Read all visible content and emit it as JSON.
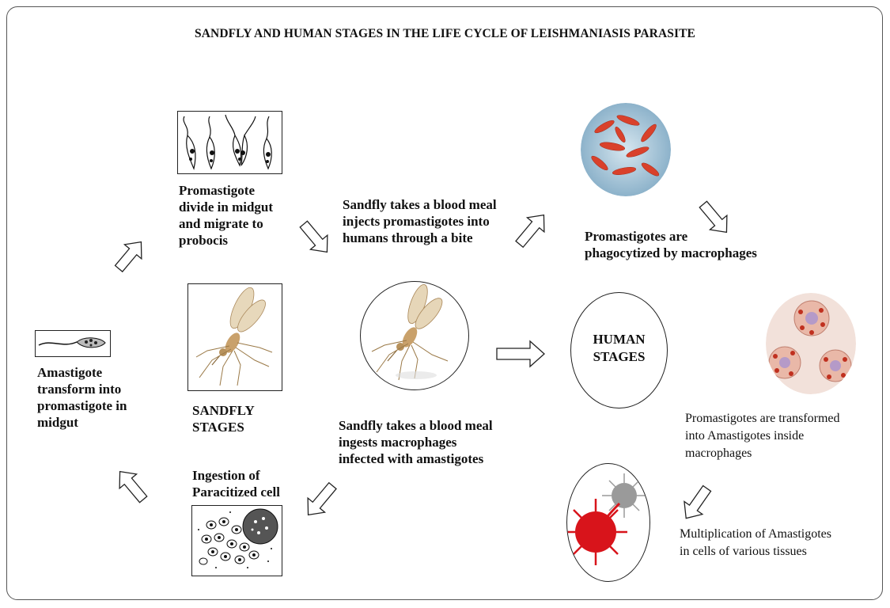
{
  "title": "SANDFLY AND HUMAN STAGES IN THE LIFE CYCLE OF LEISHMANIASIS PARASITE",
  "labels": {
    "promastigote_divide": [
      "Promastigote",
      "divide in midgut",
      "and migrate to",
      "probocis"
    ],
    "blood_meal_inject": [
      "Sandfly takes a blood meal",
      "injects promastigotes into",
      "humans through a bite"
    ],
    "phagocytized": [
      "Promastigotes are",
      "phagocytized by macrophages"
    ],
    "amastigote_transform": [
      "Amastigote",
      "transform into",
      "promastigote in",
      "midgut"
    ],
    "sandfly_stages": [
      "SANDFLY",
      "STAGES"
    ],
    "human_stages": [
      "HUMAN",
      "STAGES"
    ],
    "blood_meal_ingest": [
      "Sandfly takes a blood meal",
      "ingests macrophages",
      "infected with amastigotes"
    ],
    "transformed": [
      "Promastigotes are transformed",
      "into Amastigotes inside",
      "macrophages"
    ],
    "ingestion": [
      "Ingestion of",
      "Paracitized cell"
    ],
    "multiplication": [
      "Multiplication of Amastigotes",
      "in cells of various tissues"
    ]
  },
  "colors": {
    "border": "#222222",
    "promastigote_red": "#d9412b",
    "background_blue": "#9fc3d8",
    "macrophage_pink": "#e9b8a8",
    "amastigote_red": "#c0301f",
    "virus_red": "#d8141b",
    "virus_gray": "#9a9a9a",
    "sandfly_tan": "#c9a16b"
  }
}
